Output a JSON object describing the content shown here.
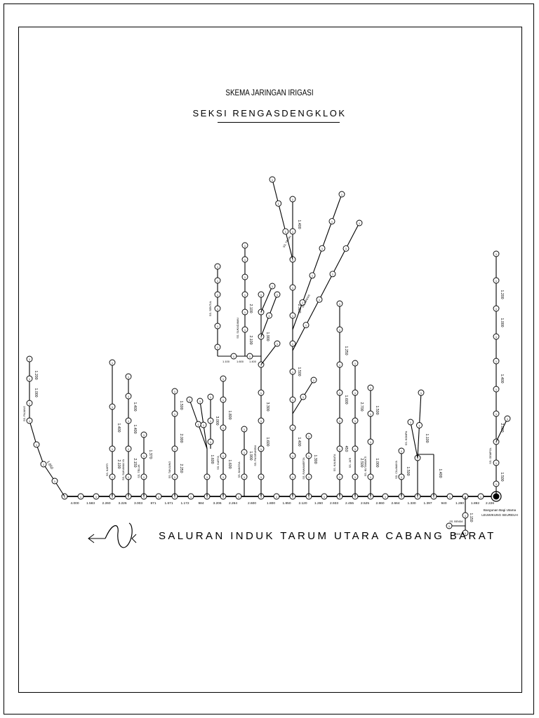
{
  "title": "SKEMA JARINGAN IRIGASI",
  "subtitle": "SEKSI RENGASDENGKLOK",
  "canal_caption": "SALURAN INDUK TARUM UTARA CABANG BARAT",
  "headworks_label": "Bangunan Bagi Utama",
  "headworks_code": "LEUWIKUNG SEUREUH",
  "main_canal_segments": [
    "4.000",
    "1.583",
    "2.260",
    "3.226",
    "3.003",
    "871",
    "1.671",
    "1.172",
    "984",
    "3.206",
    "2.264",
    "2.600",
    "1.800",
    "1.850",
    "2.120",
    "1.260",
    "2.933",
    "2.455",
    "2.525",
    "2.860",
    "2.664",
    "1.330",
    "1.397",
    "940",
    "1.280",
    "1.892",
    "2.226"
  ],
  "branch_lengths": [
    "1.200",
    "1.000",
    "1.650",
    "1.400",
    "2.100",
    "1.400",
    "1.400",
    "2.150",
    "1.370",
    "1.500",
    "2.000",
    "2.250",
    "1.600",
    "3.000",
    "1.800",
    "1.600",
    "1.900",
    "2.100",
    "2.100",
    "3.300",
    "1.600",
    "1.900",
    "1.400",
    "2.300",
    "1.500",
    "1.400",
    "1.300",
    "1.250",
    "1.600",
    "450",
    "2.700",
    "2.500",
    "1.500",
    "1.000",
    "1.500",
    "1.100",
    "1.400",
    "1.150",
    "1.200",
    "1.000",
    "1.400",
    "2.000",
    "1.500",
    "500",
    "600",
    "400",
    "1.100",
    "1.800",
    "2.800",
    "1.100",
    "1.800",
    "1.000"
  ],
  "branch_names": [
    "SS. PAJANG",
    "SS. KARTI",
    "SS. SUKAMULYA",
    "SS. TELUK",
    "SS. TANJUNG",
    "SS. KARYA",
    "SS. BANGSA",
    "SS. SENTUL",
    "SS. SUKADAMAI",
    "SS. PASIRUKEM",
    "SS. TEGAL",
    "SS. WADAS",
    "SS. RAWAMERTA",
    "SS. KALIBATA",
    "SS. JATI",
    "SS. KUTAMUKTI",
    "SS. CILAMAYA",
    "SS. KOMPA",
    "SS. BENDA",
    "SS. GEMPOL",
    "SS. KRAJAN",
    "SS. PANCAWATI",
    "SS. MEKARJAYA",
    "SS. KOBONG",
    "SS. DUREN",
    "SS. KOMPA KALI",
    "SS. ANDRA"
  ],
  "colors": {
    "line": "#000000",
    "background": "#ffffff"
  }
}
